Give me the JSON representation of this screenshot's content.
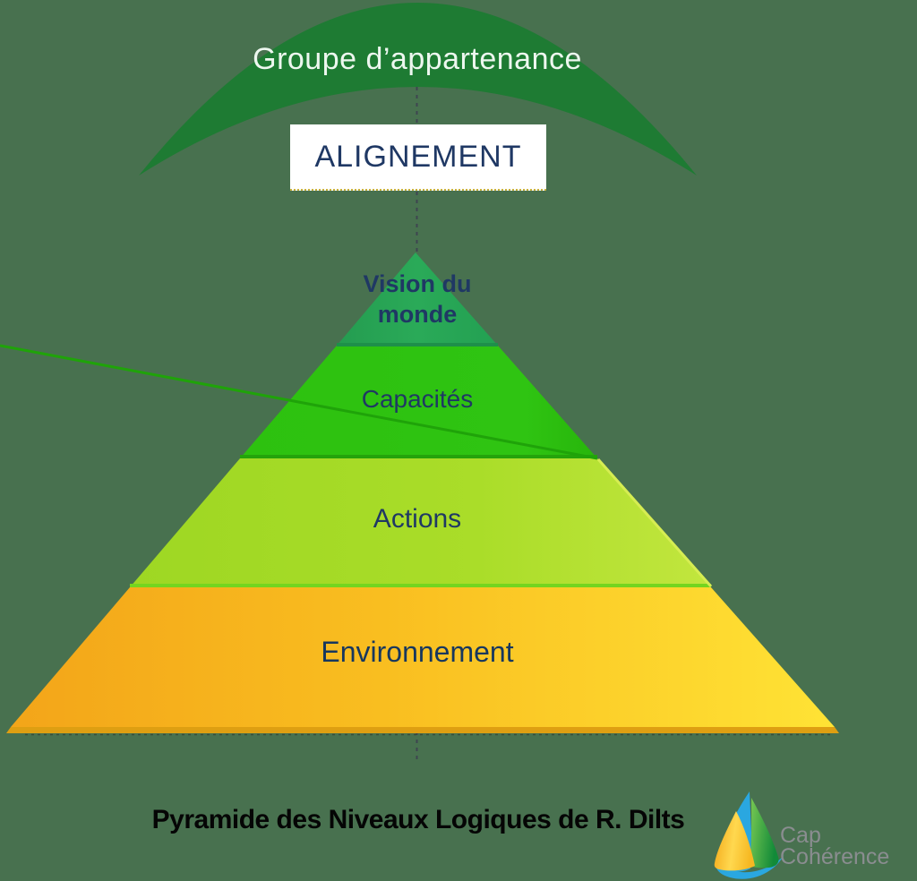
{
  "background_color": "#48714F",
  "arc": {
    "label": "Groupe d’appartenance",
    "fill_color": "#1E7B33",
    "text_color": "#EDF7EF"
  },
  "alignment_box": {
    "label": "ALIGNEMENT",
    "background_color": "#FFFFFF",
    "text_color": "#1F3864"
  },
  "pyramid": {
    "label_color": "#1F3864",
    "levels": [
      {
        "id": "vision",
        "label": "Vision du monde",
        "label_lines": [
          "Vision du",
          "monde"
        ],
        "color": "#28A355"
      },
      {
        "id": "capacites",
        "label": "Capacités",
        "color": "#2EC310"
      },
      {
        "id": "actions",
        "label": "Actions",
        "color": "#A9DC28"
      },
      {
        "id": "environnement",
        "label": "Environnement",
        "color": "#F6B11D"
      }
    ]
  },
  "axis": {
    "style": "dashed-vertical-line",
    "color": "#3E4550"
  },
  "caption": {
    "text": "Pyramide des Niveaux Logiques de R. Dilts",
    "color": "#050505"
  },
  "logo": {
    "line1": "Cap",
    "line2": "Cohérence",
    "text_color": "#8A8D90",
    "sail_colors": {
      "blue": "#2AA7E0",
      "green": "#2F9E3E",
      "yellow": "#F7C431"
    }
  }
}
